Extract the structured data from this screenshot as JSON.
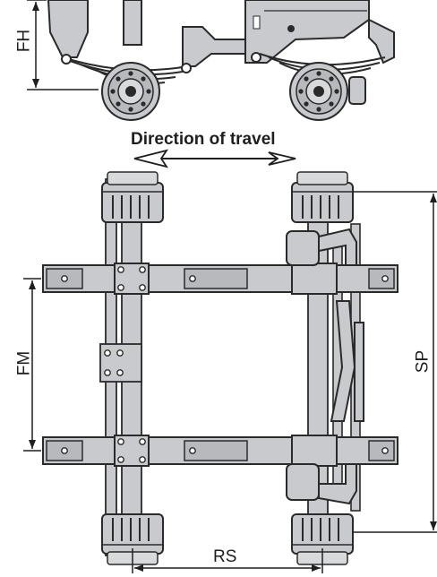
{
  "title": "Direction of travel",
  "dimensions": {
    "fh": "FH",
    "fm": "FM",
    "sp": "SP",
    "rs": "RS"
  },
  "colors": {
    "steel": "#c9cacd",
    "steel_dark": "#9fa1a5",
    "outline": "#2a2a2a",
    "dim_line": "#1f1f1f"
  }
}
